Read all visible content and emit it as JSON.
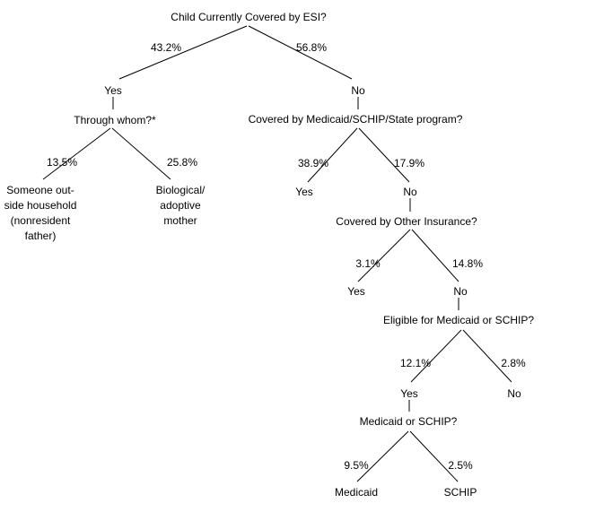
{
  "diagram_title": "Child Currently Covered by ESI?",
  "tree": {
    "question": "Child Currently Covered by ESI?",
    "yes": {
      "pct": "43.2%",
      "answer": "Yes",
      "question": "Through whom?*",
      "outside": {
        "pct": "13.5%",
        "lines": [
          "Someone out-",
          "side household",
          "(nonresident",
          "father)"
        ]
      },
      "mother": {
        "pct": "25.8%",
        "lines": [
          "Biological/",
          "adoptive",
          "mother"
        ]
      }
    },
    "no": {
      "pct": "56.8%",
      "answer": "No",
      "question": "Covered by Medicaid/SCHIP/State program?",
      "yes": {
        "pct": "38.9%",
        "answer": "Yes"
      },
      "no": {
        "pct": "17.9%",
        "answer": "No",
        "question": "Covered by Other Insurance?",
        "yes": {
          "pct": "3.1%",
          "answer": "Yes"
        },
        "no": {
          "pct": "14.8%",
          "answer": "No",
          "question": "Eligible for Medicaid or SCHIP?",
          "yes": {
            "pct": "12.1%",
            "answer": "Yes",
            "question": "Medicaid or SCHIP?",
            "medicaid": {
              "pct": "9.5%",
              "label": "Medicaid"
            },
            "schip": {
              "pct": "2.5%",
              "label": "SCHIP"
            }
          },
          "no": {
            "pct": "2.8%",
            "answer": "No"
          }
        }
      }
    }
  },
  "colors": {
    "background": "#ffffff",
    "line": "#000000",
    "text": "#000000"
  }
}
